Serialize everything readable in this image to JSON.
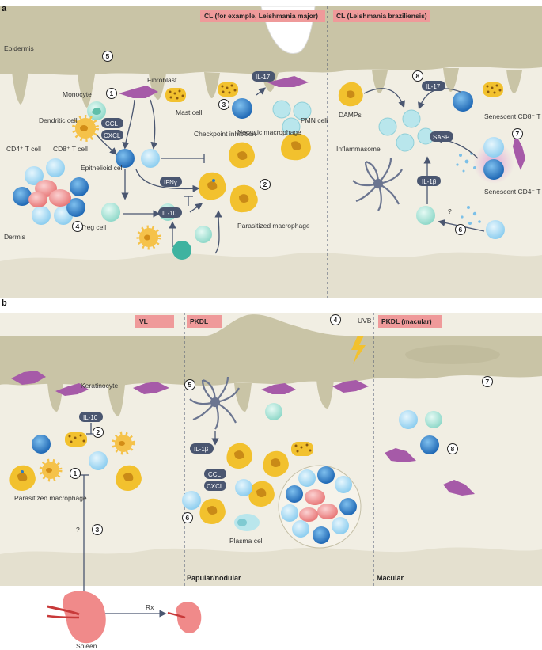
{
  "panel_a": {
    "letter": "a",
    "header_left": "CL (for example, Leishmania major)",
    "header_right": "CL (Leishmania braziliensis)",
    "epidermis": "Epidermis",
    "dermis": "Dermis",
    "labels": {
      "fibroblast": "Fibroblast",
      "monocyte": "Monocyte",
      "mast_cell": "Mast cell",
      "dendritic_cell": "Dendritic cell",
      "cd4_t": "CD4⁺ T cell",
      "cd8_t": "CD8⁺ T cell",
      "epithelioid": "Epithelioid cell",
      "checkpoint": "Checkpoint inhibition",
      "itreg": "iTreg cell",
      "parasitized": "Parasitized macrophage",
      "necrotic": "Necrotic macrophage",
      "pmn": "PMN cell",
      "damps": "DAMPs",
      "inflammasome": "Inflammasome",
      "senescent_cd8": "Senescent CD8⁺ T cell",
      "senescent_cd4": "Senescent CD4⁺ T cell",
      "question": "?"
    },
    "pills": {
      "ccl": "CCL",
      "cxcl": "CXCL",
      "ifng": "IFNγ",
      "il10": "IL-10",
      "il17_left": "IL-17",
      "il17_right": "IL-17",
      "sasp": "SASP",
      "il1b": "IL-1β"
    },
    "numbers": [
      "1",
      "2",
      "3",
      "4",
      "5",
      "6",
      "7",
      "8"
    ]
  },
  "panel_b": {
    "letter": "b",
    "header_vl": "VL",
    "header_pkdl": "PKDL",
    "header_macular": "PKDL (macular)",
    "uvb": "UVB",
    "labels": {
      "keratinocyte": "Keratinocyte",
      "parasitized": "Parasitized macrophage",
      "plasma": "Plasma cell",
      "papular": "Papular/nodular",
      "macular": "Macular",
      "spleen": "Spleen",
      "rx": "Rx",
      "question": "?"
    },
    "pills": {
      "il10": "IL-10",
      "il1b": "IL-1β",
      "ccl": "CCL",
      "cxcl": "CXCL"
    },
    "numbers": [
      "1",
      "2",
      "3",
      "4",
      "5",
      "6",
      "7",
      "8"
    ]
  },
  "colors": {
    "epidermis": "#c9c4a6",
    "dermis": "#f1eee3",
    "pill": "#4a5670",
    "header": "#ef9a9a",
    "tcell_light": "#a9d8f0",
    "tcell_dark": "#2e7cc4",
    "macrophage": "#f2c12e",
    "fibroblast": "#a65aa8",
    "epithelioid": "#ef8e8e",
    "neutrophil": "#b9e6ec",
    "spleen": "#f08a8a"
  }
}
